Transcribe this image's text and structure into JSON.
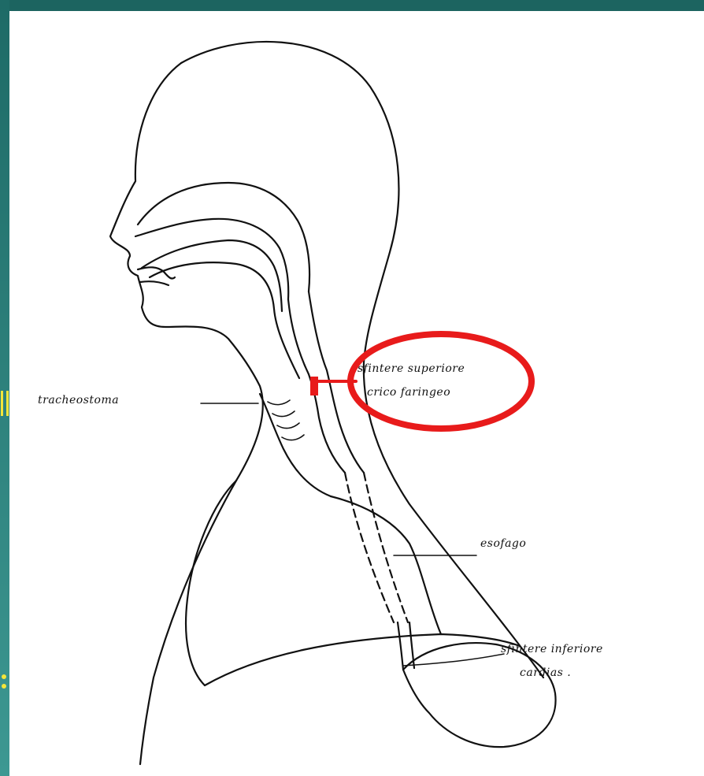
{
  "labels": {
    "upper_sphincter_line1": "sfintere superiore",
    "upper_sphincter_line2": "crico faringeo",
    "tracheostomy": "tracheostoma",
    "esophagus": "esofago",
    "lower_sphincter_line1": "sfintere inferiore",
    "lower_sphincter_line2": "cardias ."
  },
  "colors": {
    "background": "#2a7f79",
    "highlight": "#e81b1b",
    "ink": "#111111",
    "edge_marks": "#f5e63a"
  }
}
